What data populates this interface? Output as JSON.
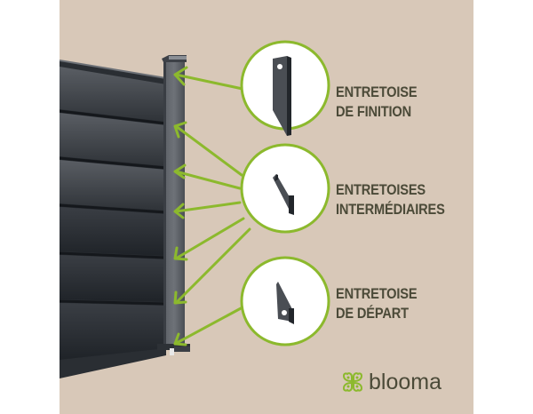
{
  "labels": [
    {
      "line1": "ENTRETOISE",
      "line2": "DE FINITION"
    },
    {
      "line1": "ENTRETOISES",
      "line2": "INTERMÉDIAIRES"
    },
    {
      "line1": "ENTRETOISE",
      "line2": "DE DÉPART"
    }
  ],
  "brand": {
    "name": "blooma",
    "icon": "clover-logo-icon"
  },
  "colors": {
    "background": "#d8c8b8",
    "accent_green": "#8cb92d",
    "text": "#4b4a38",
    "fence_panel": "#2e3238",
    "post": "#50545a"
  }
}
